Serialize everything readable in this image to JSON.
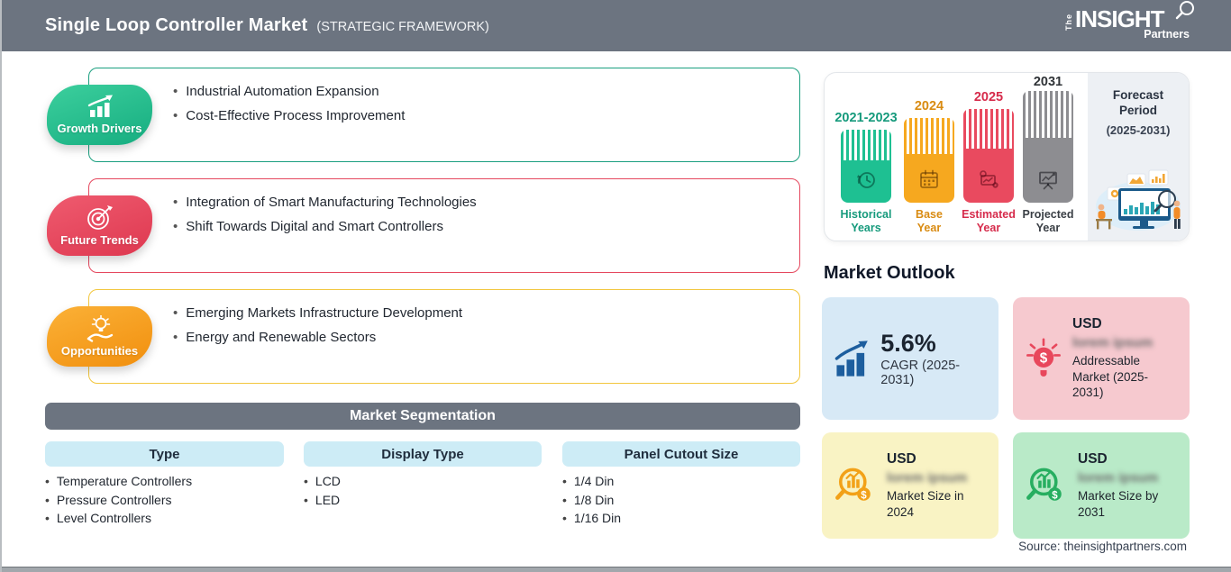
{
  "header": {
    "title": "Single Loop Controller Market",
    "subtitle": "(STRATEGIC FRAMEWORK)",
    "logo_the": "The",
    "logo_insight": "INSIGHT",
    "logo_partners": "Partners"
  },
  "framework_sections": [
    {
      "label": "Growth Drivers",
      "icon": "bar-chart-growth-icon",
      "accent_color": "#1a9f7f",
      "bullets": [
        "Industrial Automation Expansion",
        "Cost-Effective Process Improvement"
      ]
    },
    {
      "label": "Future Trends",
      "icon": "target-dart-icon",
      "accent_color": "#e5485e",
      "bullets": [
        "Integration of Smart Manufacturing Technologies",
        "Shift Towards Digital and Smart Controllers"
      ]
    },
    {
      "label": "Opportunities",
      "icon": "hand-bulb-icon",
      "accent_color": "#f2a11a",
      "bullets": [
        "Emerging Markets Infrastructure Development",
        "Energy and Renewable Sectors"
      ]
    }
  ],
  "segmentation": {
    "title": "Market Segmentation",
    "columns": [
      {
        "header": "Type",
        "items": [
          "Temperature Controllers",
          "Pressure Controllers",
          "Level Controllers"
        ]
      },
      {
        "header": "Display Type",
        "items": [
          "LCD",
          "LED"
        ]
      },
      {
        "header": "Panel Cutout Size",
        "items": [
          "1/4 Din",
          "1/8 Din",
          "1/16 Din"
        ]
      }
    ]
  },
  "timeline": {
    "bars": [
      {
        "year": "2021-2023",
        "caption": "Historical\nYears",
        "color": "#1ec092",
        "icon": "history-clock-icon"
      },
      {
        "year": "2024",
        "caption": "Base\nYear",
        "color": "#f6a81f",
        "icon": "calendar-icon"
      },
      {
        "year": "2025",
        "caption": "Estimated\nYear",
        "color": "#e94a5f",
        "icon": "gear-chart-icon"
      },
      {
        "year": "2031",
        "caption": "Projected\nYear",
        "color": "#8d8d91",
        "icon": "presentation-chart-icon"
      }
    ],
    "forecast_title": "Forecast\nPeriod",
    "forecast_range": "(2025-2031)"
  },
  "market_outlook": {
    "title": "Market Outlook",
    "cards": [
      {
        "value": "5.6%",
        "label": "CAGR (2025-2031)",
        "bg_color": "#d7e9f6",
        "icon": "growth-bars-arrow-icon"
      },
      {
        "currency": "USD",
        "redacted_value": "lorem ipsum",
        "label": "Addressable Market (2025-2031)",
        "bg_color": "#f6c9cf",
        "icon": "bulb-dollar-icon"
      },
      {
        "currency": "USD",
        "redacted_value": "lorem ipsum",
        "label": "Market Size in 2024",
        "bg_color": "#f9f3c4",
        "icon": "magnifier-chart-orange-icon"
      },
      {
        "currency": "USD",
        "redacted_value": "lorem ipsum",
        "label": "Market Size by 2031",
        "bg_color": "#b9eac8",
        "icon": "magnifier-chart-green-icon"
      }
    ]
  },
  "source": "Source: theinsightpartners.com"
}
